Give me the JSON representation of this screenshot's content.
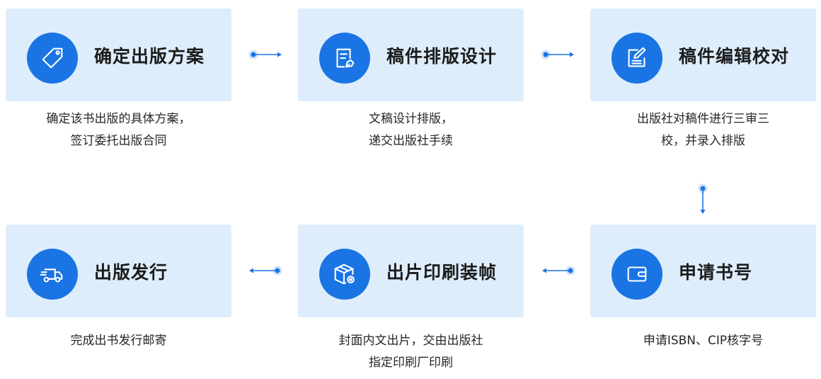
{
  "colors": {
    "card_bg": "#deedfb",
    "accent": "#1a74e4"
  },
  "steps": [
    {
      "title": "确定出版方案",
      "icon": "tag-icon",
      "desc": [
        "确定该书出版的具体方案，",
        "签订委托出版合同"
      ]
    },
    {
      "title": "稿件排版设计",
      "icon": "document-design-icon",
      "desc": [
        "文稿设计排版，",
        "递交出版社手续"
      ]
    },
    {
      "title": "稿件编辑校对",
      "icon": "edit-document-icon",
      "desc": [
        "出版社对稿件进行三审三",
        "校，并录入排版"
      ]
    },
    {
      "title": "申请书号",
      "icon": "wallet-icon",
      "desc": [
        "申请ISBN、CIP核字号"
      ]
    },
    {
      "title": "出片印刷装帧",
      "icon": "package-settings-icon",
      "desc": [
        "封面内文出片，交由出版社",
        "指定印刷厂印刷"
      ]
    },
    {
      "title": "出版发行",
      "icon": "delivery-truck-icon",
      "desc": [
        "完成出书发行邮寄"
      ]
    }
  ]
}
